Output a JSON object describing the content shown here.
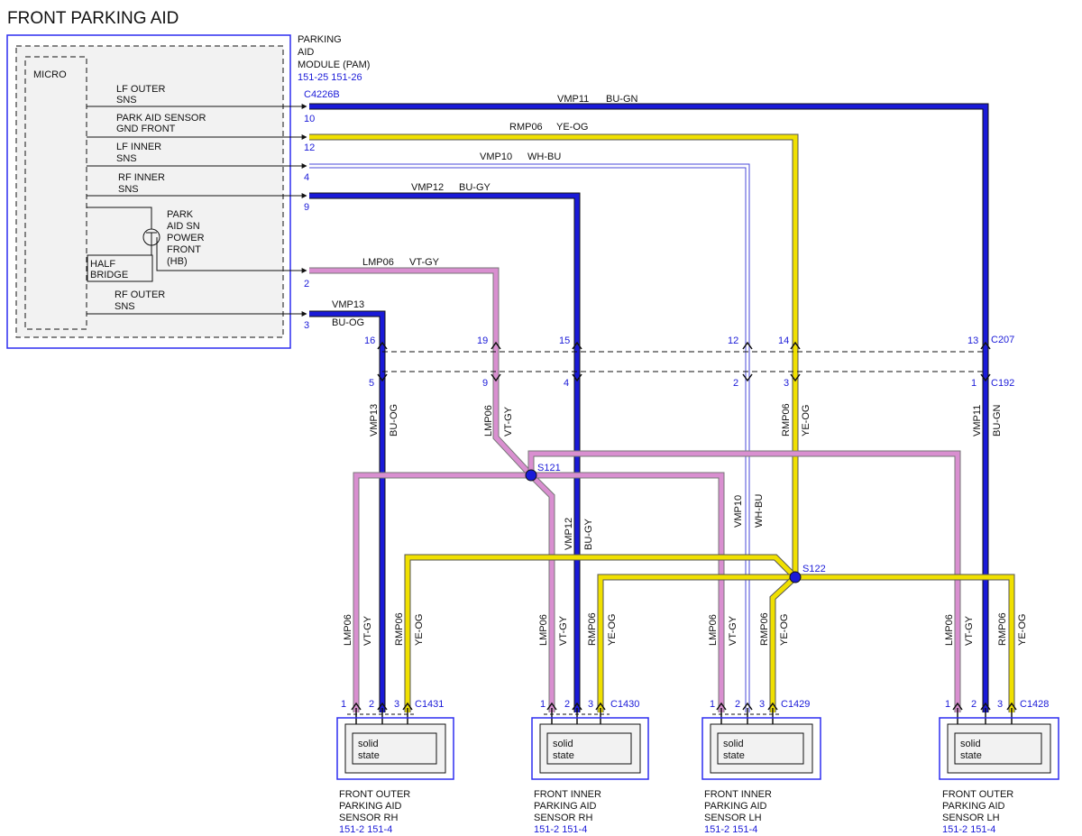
{
  "title": "FRONT PARKING AID",
  "colors": {
    "blue": "#1a1ad8",
    "yellow": "#f0e000",
    "pink": "#d98fd0",
    "white_blue": "#ffffff",
    "box_fill": "#f2f2f2",
    "module_border": "#2d2df0",
    "splice": "#1a1ad8"
  },
  "module": {
    "name_lines": [
      "PARKING",
      "AID",
      "MODULE (PAM)"
    ],
    "refs": "151-25  151-26",
    "connector": "C4226B",
    "micro": "MICRO",
    "half_bridge_lines": [
      "HALF",
      "BRIDGE"
    ],
    "hb_label_lines": [
      "PARK",
      "AID SN",
      "POWER",
      "FRONT",
      "(HB)"
    ]
  },
  "pins": [
    {
      "pin": "10",
      "label_lines": [
        "LF OUTER",
        "SNS"
      ],
      "circuit": "VMP11",
      "color_code": "BU-GN"
    },
    {
      "pin": "12",
      "label_lines": [
        "PARK AID SENSOR",
        "GND FRONT"
      ],
      "circuit": "RMP06",
      "color_code": "YE-OG"
    },
    {
      "pin": "4",
      "label_lines": [
        "LF INNER",
        "SNS"
      ],
      "circuit": "VMP10",
      "color_code": "WH-BU"
    },
    {
      "pin": "9",
      "label_lines": [
        "RF INNER",
        "SNS"
      ],
      "circuit": "VMP12",
      "color_code": "BU-GY"
    },
    {
      "pin": "2",
      "label_lines": [],
      "circuit": "LMP06",
      "color_code": "VT-GY"
    },
    {
      "pin": "3",
      "label_lines": [
        "RF OUTER",
        "SNS"
      ],
      "circuit": "VMP13",
      "color_code": "BU-OG"
    }
  ],
  "inline_connectors": {
    "upper": "C207",
    "lower": "C192",
    "cavities": [
      {
        "circuit": "VMP13",
        "color_code": "BU-OG",
        "upper": "16",
        "lower": "5"
      },
      {
        "circuit": "LMP06",
        "color_code": "VT-GY",
        "upper": "19",
        "lower": "9"
      },
      {
        "circuit": "VMP12",
        "color_code": "BU-GY",
        "upper": "15",
        "lower": "4"
      },
      {
        "circuit": "VMP10",
        "color_code": "WH-BU",
        "upper": "12",
        "lower": "2"
      },
      {
        "circuit": "RMP06",
        "color_code": "YE-OG",
        "upper": "14",
        "lower": "3"
      },
      {
        "circuit": "VMP11",
        "color_code": "BU-GN",
        "upper": "13",
        "lower": "1"
      }
    ]
  },
  "splices": [
    "S121",
    "S122"
  ],
  "sensors": [
    {
      "connector": "C1431",
      "name_lines": [
        "FRONT OUTER",
        "PARKING AID",
        "SENSOR RH"
      ],
      "refs": "151-2  151-4",
      "inner": [
        "solid",
        "state"
      ],
      "pins": [
        "1",
        "2",
        "3"
      ],
      "wires": [
        {
          "circuit": "LMP06",
          "color_code": "VT-GY"
        },
        {
          "circuit": "RMP06",
          "color_code": "YE-OG"
        }
      ]
    },
    {
      "connector": "C1430",
      "name_lines": [
        "FRONT INNER",
        "PARKING AID",
        "SENSOR RH"
      ],
      "refs": "151-2  151-4",
      "inner": [
        "solid",
        "state"
      ],
      "pins": [
        "1",
        "2",
        "3"
      ],
      "wires": [
        {
          "circuit": "LMP06",
          "color_code": "VT-GY"
        },
        {
          "circuit": "RMP06",
          "color_code": "YE-OG"
        }
      ]
    },
    {
      "connector": "C1429",
      "name_lines": [
        "FRONT INNER",
        "PARKING AID",
        "SENSOR LH"
      ],
      "refs": "151-2  151-4",
      "inner": [
        "solid",
        "state"
      ],
      "pins": [
        "1",
        "2",
        "3"
      ],
      "wires": [
        {
          "circuit": "LMP06",
          "color_code": "VT-GY"
        },
        {
          "circuit": "RMP06",
          "color_code": "YE-OG"
        }
      ]
    },
    {
      "connector": "C1428",
      "name_lines": [
        "FRONT OUTER",
        "PARKING AID",
        "SENSOR LH"
      ],
      "refs": "151-2  151-4",
      "inner": [
        "solid",
        "state"
      ],
      "pins": [
        "1",
        "2",
        "3"
      ],
      "wires": [
        {
          "circuit": "LMP06",
          "color_code": "VT-GY"
        },
        {
          "circuit": "RMP06",
          "color_code": "YE-OG"
        }
      ]
    }
  ]
}
